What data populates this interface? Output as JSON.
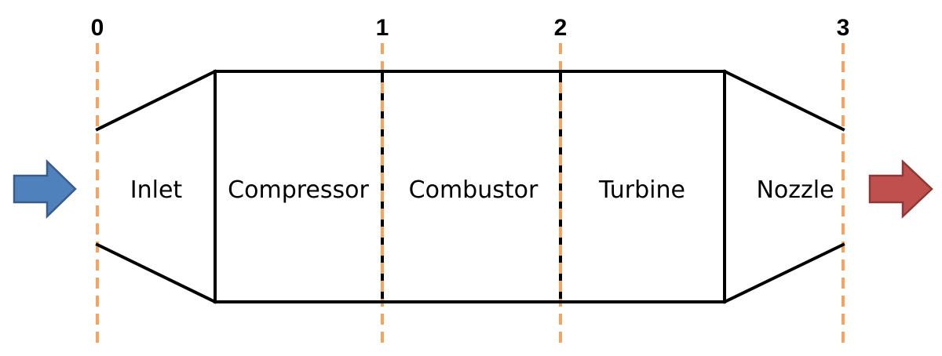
{
  "diagram": {
    "stations": [
      {
        "id": "0",
        "label": "0"
      },
      {
        "id": "1",
        "label": "1"
      },
      {
        "id": "2",
        "label": "2"
      },
      {
        "id": "3",
        "label": "3"
      }
    ],
    "sections": [
      {
        "id": "inlet",
        "label": "Inlet"
      },
      {
        "id": "compressor",
        "label": "Compressor"
      },
      {
        "id": "combustor",
        "label": "Combustor"
      },
      {
        "id": "turbine",
        "label": "Turbine"
      },
      {
        "id": "nozzle",
        "label": "Nozzle"
      }
    ],
    "colors": {
      "station_line": "#F4A460",
      "outline": "#000000",
      "inflow_arrow_fill": "#4F81BD",
      "inflow_arrow_stroke": "#385D8A",
      "outflow_arrow_fill": "#C0504D",
      "outflow_arrow_stroke": "#8C3836"
    },
    "icons": {
      "inflow": "arrow-right-icon",
      "outflow": "arrow-right-icon"
    }
  }
}
